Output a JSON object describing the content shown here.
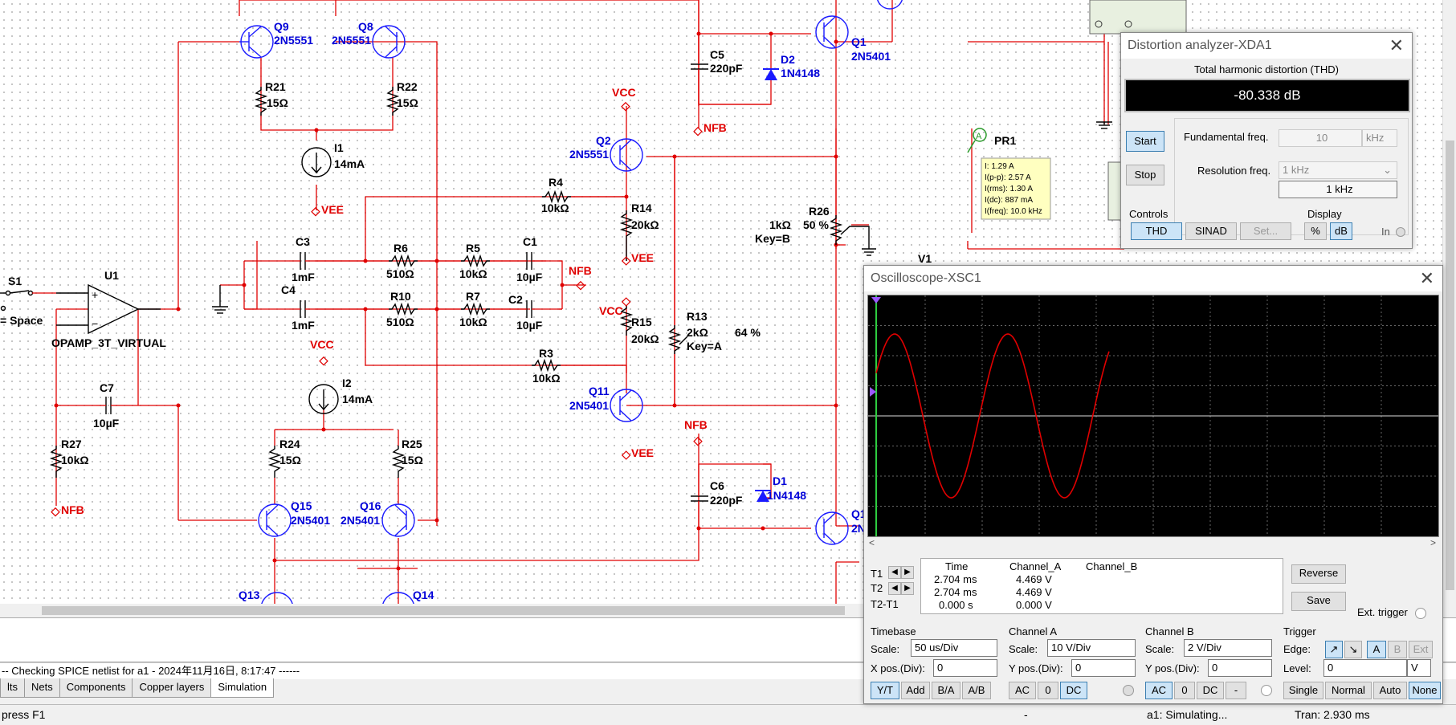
{
  "schematic": {
    "parts": {
      "q9": {
        "ref": "Q9",
        "model": "2N5551"
      },
      "q8": {
        "ref": "Q8",
        "model": "2N5551"
      },
      "q1": {
        "ref": "Q1",
        "model": "2N5401"
      },
      "q2": {
        "ref": "Q2",
        "model": "2N5551"
      },
      "q11": {
        "ref": "Q11",
        "model": "2N5401"
      },
      "q15": {
        "ref": "Q15",
        "model": "2N5401"
      },
      "q16": {
        "ref": "Q16",
        "model": "2N5401"
      },
      "q13": {
        "ref": "Q13"
      },
      "q14": {
        "ref": "Q14"
      },
      "q_partial": {
        "ref": "Q1",
        "model": "2N"
      },
      "r21": {
        "ref": "R21",
        "value": "15Ω"
      },
      "r22": {
        "ref": "R22",
        "value": "15Ω"
      },
      "r24": {
        "ref": "R24",
        "value": "15Ω"
      },
      "r25": {
        "ref": "R25",
        "value": "15Ω"
      },
      "r4": {
        "ref": "R4",
        "value": "10kΩ"
      },
      "r3": {
        "ref": "R3",
        "value": "10kΩ"
      },
      "r5": {
        "ref": "R5",
        "value": "10kΩ"
      },
      "r7": {
        "ref": "R7",
        "value": "10kΩ"
      },
      "r6": {
        "ref": "R6",
        "value": "510Ω"
      },
      "r10": {
        "ref": "R10",
        "value": "510Ω"
      },
      "r14": {
        "ref": "R14",
        "value": "20kΩ"
      },
      "r15": {
        "ref": "R15",
        "value": "20kΩ"
      },
      "r27": {
        "ref": "R27",
        "value": "10kΩ"
      },
      "r26": {
        "ref": "R26",
        "value": "1kΩ",
        "pct": "50 %",
        "key": "Key=B"
      },
      "r13": {
        "ref": "R13",
        "value": "2kΩ",
        "pct": "64 %",
        "key": "Key=A"
      },
      "c5": {
        "ref": "C5",
        "value": "220pF"
      },
      "c6": {
        "ref": "C6",
        "value": "220pF"
      },
      "c3": {
        "ref": "C3",
        "value": "1mF"
      },
      "c4": {
        "ref": "C4",
        "value": "1mF"
      },
      "c1": {
        "ref": "C1",
        "value": "10µF"
      },
      "c2": {
        "ref": "C2",
        "value": "10µF"
      },
      "c7": {
        "ref": "C7",
        "value": "10µF"
      },
      "d2": {
        "ref": "D2",
        "value": "1N4148"
      },
      "d1": {
        "ref": "D1",
        "value": "1N4148"
      },
      "i1": {
        "ref": "I1",
        "value": "14mA"
      },
      "i2": {
        "ref": "I2",
        "value": "14mA"
      },
      "u1": {
        "ref": "U1",
        "model": "OPAMP_3T_VIRTUAL"
      },
      "s1": {
        "ref": "S1",
        "key": "= Space"
      },
      "v1": {
        "ref": "V1"
      },
      "pr1": {
        "ref": "PR1",
        "badge": "A"
      }
    },
    "nets": {
      "vcc": "VCC",
      "vee": "VEE",
      "nfb": "NFB"
    },
    "probe": {
      "lines": [
        "I: 1.29 A",
        "I(p-p): 2.57 A",
        "I(rms): 1.30 A",
        "I(dc): 887 mA",
        "I(freq): 10.0 kHz"
      ]
    }
  },
  "distortion": {
    "title": "Distortion analyzer-XDA1",
    "heading": "Total harmonic distortion (THD)",
    "reading": "-80.338 dB",
    "start_label": "Start",
    "stop_label": "Stop",
    "fund_label": "Fundamental freq.",
    "fund_value": "10",
    "fund_unit": "kHz",
    "res_label": "Resolution freq.",
    "res_select": "1 kHz",
    "res_value": "1 kHz",
    "controls_label": "Controls",
    "thd_label": "THD",
    "sinad_label": "SINAD",
    "set_label": "Set...",
    "display_label": "Display",
    "pct_label": "%",
    "db_label": "dB",
    "in_label": "In"
  },
  "scope": {
    "title": "Oscilloscope-XSC1",
    "t1_label": "T1",
    "t2_label": "T2",
    "t2t1_label": "T2-T1",
    "headers": [
      "Time",
      "Channel_A",
      "Channel_B"
    ],
    "rows": [
      {
        "time": "2.704 ms",
        "a": "4.469 V",
        "b": ""
      },
      {
        "time": "2.704 ms",
        "a": "4.469 V",
        "b": ""
      },
      {
        "time": "0.000 s",
        "a": "0.000 V",
        "b": ""
      }
    ],
    "reverse_label": "Reverse",
    "save_label": "Save",
    "ext_trigger_label": "Ext. trigger",
    "timebase": {
      "label": "Timebase",
      "scale_label": "Scale:",
      "scale": "50 us/Div",
      "xpos_label": "X pos.(Div):",
      "xpos": "0",
      "yt": "Y/T",
      "add": "Add",
      "ba": "B/A",
      "ab": "A/B"
    },
    "channel_a": {
      "label": "Channel A",
      "scale_label": "Scale:",
      "scale": "10  V/Div",
      "ypos_label": "Y pos.(Div):",
      "ypos": "0",
      "ac": "AC",
      "zero": "0",
      "dc": "DC"
    },
    "channel_b": {
      "label": "Channel B",
      "scale_label": "Scale:",
      "scale": "2  V/Div",
      "ypos_label": "Y pos.(Div):",
      "ypos": "0",
      "ac": "AC",
      "zero": "0",
      "dc": "DC",
      "minus": "-"
    },
    "trigger": {
      "label": "Trigger",
      "edge_label": "Edge:",
      "a": "A",
      "b": "B",
      "ext": "Ext",
      "level_label": "Level:",
      "level": "0",
      "level_unit": "V",
      "single": "Single",
      "normal": "Normal",
      "auto": "Auto",
      "none": "None"
    },
    "trace_color": "#e00000"
  },
  "output": {
    "line": "-- Checking SPICE netlist for a1 - 2024年11月16日, 8:17:47 ------"
  },
  "tabs": [
    "lts",
    "Nets",
    "Components",
    "Copper layers",
    "Simulation"
  ],
  "status": {
    "left": "press F1",
    "dash": "-",
    "sim": "a1: Simulating...",
    "tran": "Tran: 2.930 ms"
  }
}
